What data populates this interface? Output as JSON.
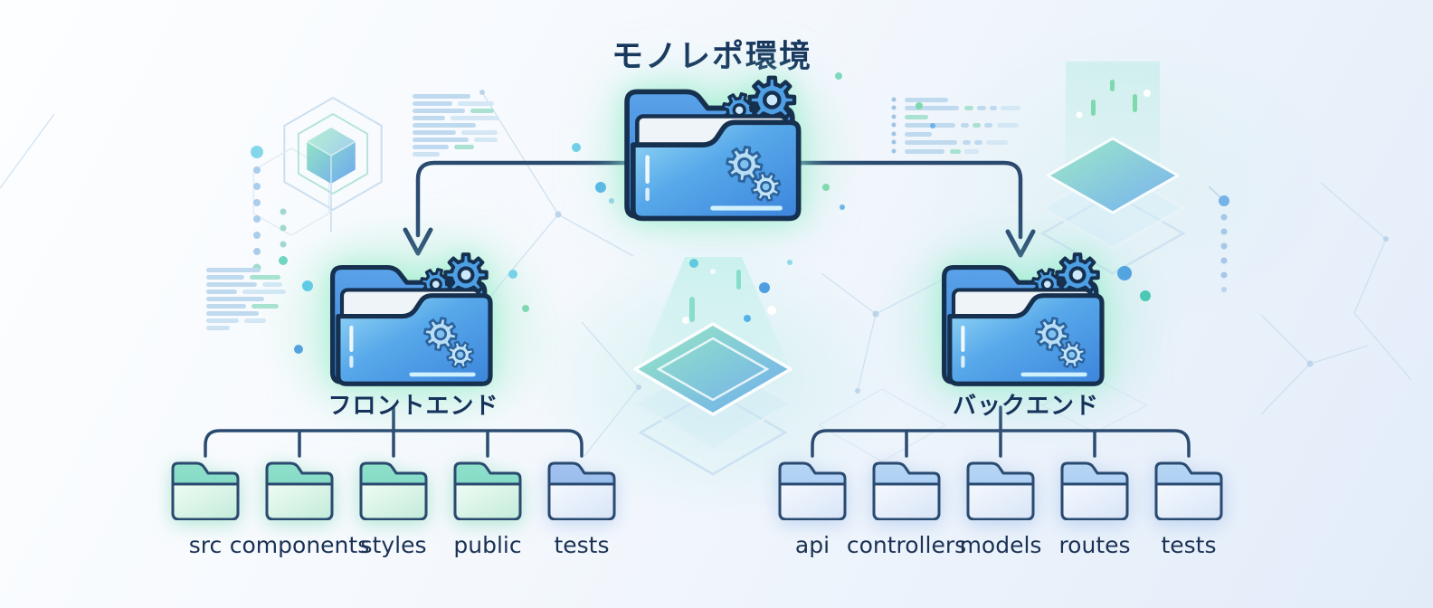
{
  "diagram": {
    "title": "モノレポ環境",
    "root": {
      "label": "モノレポ環境"
    },
    "branches": [
      {
        "id": "frontend",
        "label": "フロントエンド",
        "children": [
          "src",
          "components",
          "styles",
          "public",
          "tests"
        ]
      },
      {
        "id": "backend",
        "label": "バックエンド",
        "children": [
          "api",
          "controllers",
          "models",
          "routes",
          "tests"
        ]
      }
    ]
  },
  "colors": {
    "connector": "#2b4a70",
    "title_text": "#15325a",
    "label_text": "#1b3254",
    "folder_back_blue": "#4a94e4",
    "folder_front_blue": "#57a8ea",
    "child_folder_green_tab": "#7ed8c4",
    "child_folder_green_body": "#c5ecdc",
    "child_folder_blue_tab": "#a6cdf2",
    "child_folder_blue_body": "#d9e5f7",
    "accent_teal": "#7fd9ae",
    "glow_green": "#b9f0cf"
  }
}
